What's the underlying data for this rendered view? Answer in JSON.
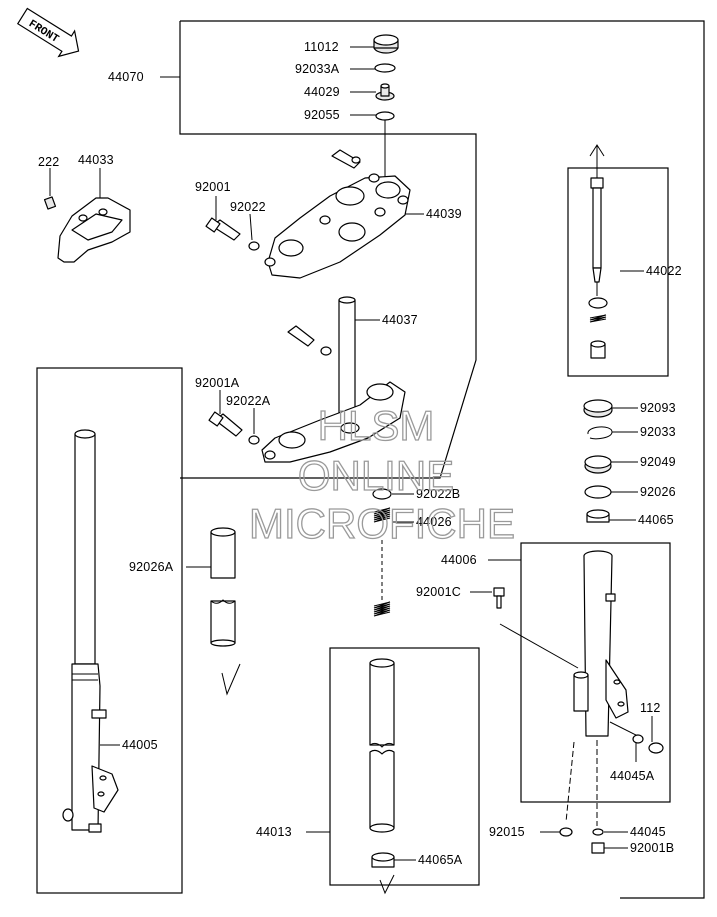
{
  "front_label": "FRONT",
  "watermark": {
    "line1": "HLSM",
    "line2": "ONLINE",
    "line3": "MICROFICHE"
  },
  "labels": {
    "p11012": "11012",
    "p92033A": "92033A",
    "p44029": "44029",
    "p92055": "92055",
    "p44070": "44070",
    "p222": "222",
    "p44033": "44033",
    "p92001": "92001",
    "p92022": "92022",
    "p44039": "44039",
    "p44022": "44022",
    "p44037": "44037",
    "p92001A": "92001A",
    "p92022A": "92022A",
    "p92093": "92093",
    "p92033": "92033",
    "p92049": "92049",
    "p92026": "92026",
    "p44065": "44065",
    "p92022B": "92022B",
    "p44026": "44026",
    "p92026A": "92026A",
    "p44006": "44006",
    "p92001C": "92001C",
    "p112": "112",
    "p44005": "44005",
    "p44045A": "44045A",
    "p44013": "44013",
    "p92015": "92015",
    "p44045": "44045",
    "p44065A": "44065A",
    "p92001B": "92001B"
  }
}
